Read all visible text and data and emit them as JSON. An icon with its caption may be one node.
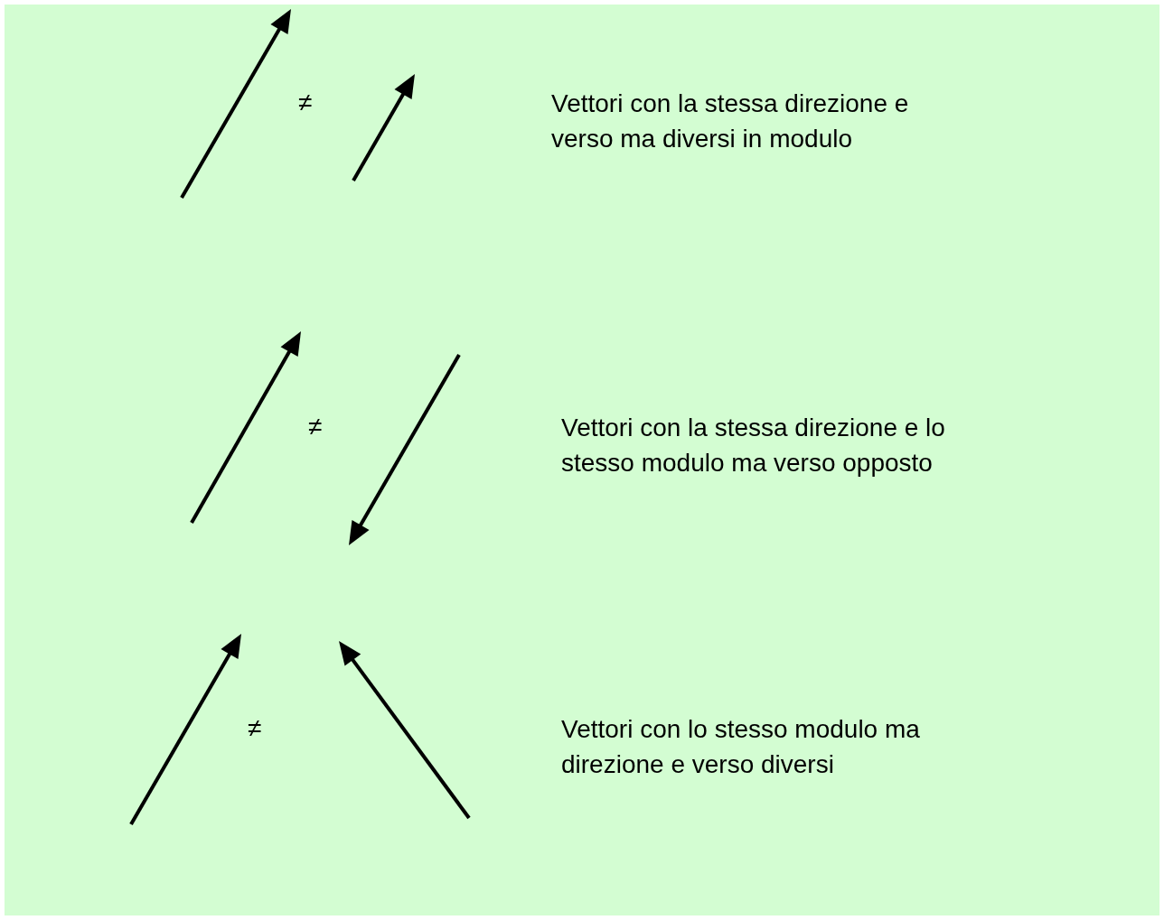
{
  "diagram": {
    "labels": [
      "≠",
      "Vettori con la stessa direzione e verso ma diversi in modulo",
      "≠",
      "Vettori con la stessa direzione e lo stesso modulo ma verso opposto",
      "≠",
      "Vettori con lo stesso modulo ma direzione e verso diversi"
    ]
  }
}
